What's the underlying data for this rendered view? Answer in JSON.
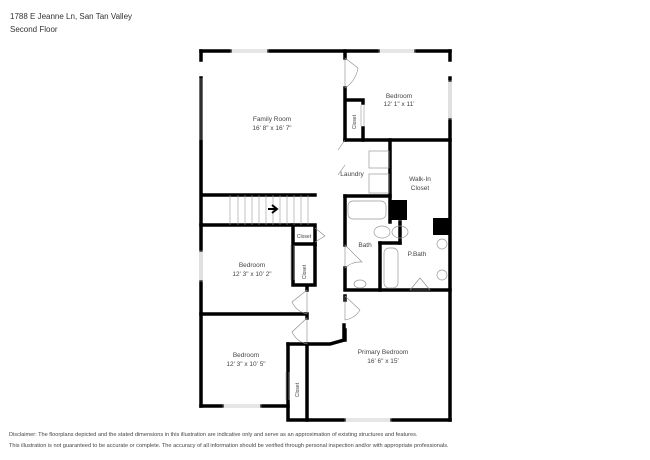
{
  "header": {
    "address": "1788 E Jeanne Ln, San Tan Valley",
    "floor": "Second Floor"
  },
  "rooms": {
    "family_room": {
      "name": "Family Room",
      "dims": "16' 8\" x 16' 7\""
    },
    "bedroom_ne": {
      "name": "Bedroom",
      "dims": "12' 1\" x 11'"
    },
    "closet_ne": {
      "name": "Closet"
    },
    "laundry": {
      "name": "Laundry"
    },
    "walk_in_closet": {
      "name": "Walk-In",
      "name2": "Closet"
    },
    "bath": {
      "name": "Bath"
    },
    "p_bath": {
      "name": "P.Bath"
    },
    "closet_small": {
      "name": "Closet"
    },
    "closet_mid": {
      "name": "Closet"
    },
    "bedroom_mid": {
      "name": "Bedroom",
      "dims": "12' 3\" x 10' 2\""
    },
    "bedroom_sw": {
      "name": "Bedroom",
      "dims": "12' 3\" x 10' 5\""
    },
    "closet_sw": {
      "name": "Closet"
    },
    "primary_bedroom": {
      "name": "Primary Bedroom",
      "dims": "16' 6\" x 15'"
    }
  },
  "disclaimer": {
    "line1": "Disclaimer: The floorplans depicted and the stated dimensions in this illustration are indicative only and serve as an approximation of existing structures and features.",
    "line2": "This illustration is not guaranteed to be accurate or complete. The accuracy of all information should be verified through personal inspection and/or with appropriate professionals."
  }
}
